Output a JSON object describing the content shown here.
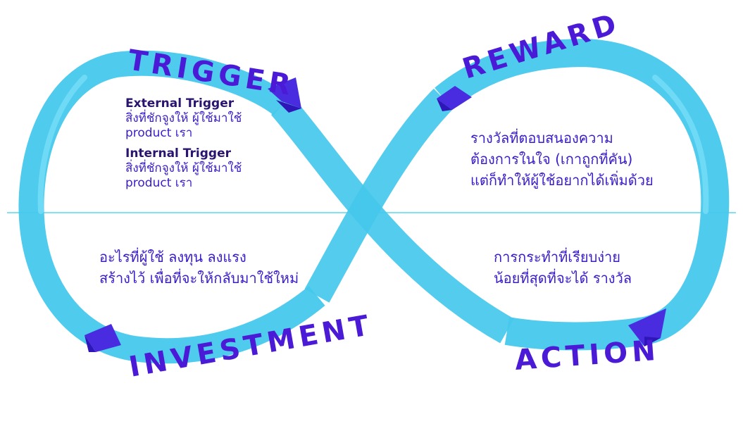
{
  "colors": {
    "band": "#45c8ec",
    "band_highlight": "#7ee0f8",
    "divider": "#7fe3f3",
    "arrow": "#4a2ce0",
    "arrow_shade": "#2f16b8",
    "title": "#4a1ad6",
    "text": "#3b1cc9"
  },
  "stages": {
    "trigger": "TRIGGER",
    "reward": "REWARD",
    "investment": "INVESTMENT",
    "action": "ACTION"
  },
  "trigger": {
    "external_heading": "External Trigger",
    "external_line1": "สิ่งที่ชักจูงให้ ผู้ใช้มาใช้",
    "external_line2": "product เรา",
    "internal_heading": "Internal Trigger",
    "internal_line1": "สิ่งที่ชักจูงให้ ผู้ใช้มาใช้",
    "internal_line2": "product เรา"
  },
  "reward": {
    "line1": "รางวัลที่ตอบสนองความ",
    "line2": "ต้องการในใจ (เกาถูกที่คัน)",
    "line3": "แต่ก็ทำให้ผู้ใช้อยากได้เพิ่มด้วย"
  },
  "investment": {
    "line1": "อะไรที่ผู้ใช้ ลงทุน ลงแรง",
    "line2": "สร้างไว้ เพื่อที่จะให้กลับมาใช้ใหม่"
  },
  "action": {
    "line1": "การกระทำที่เรียบง่าย",
    "line2": "น้อยที่สุดที่จะได้ รางวัล"
  }
}
